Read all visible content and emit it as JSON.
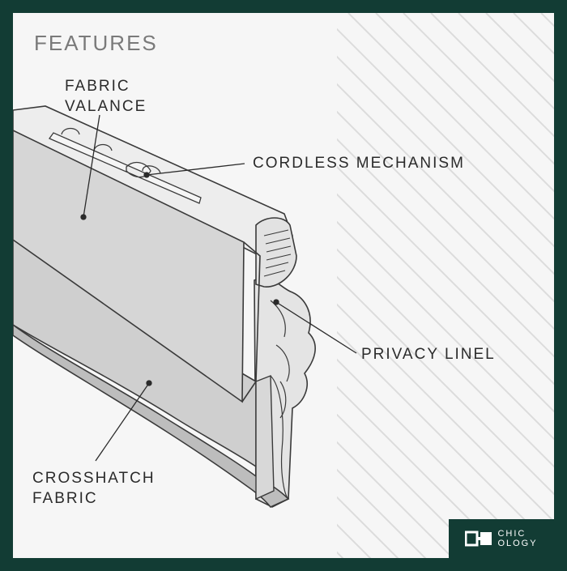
{
  "heading": "FEATURES",
  "labels": {
    "valance_line1": "FABRIC",
    "valance_line2": "VALANCE",
    "mechanism": "CORDLESS MECHANISM",
    "liner": "PRIVACY LINEL",
    "fabric_line1": "CROSSHATCH",
    "fabric_line2": "FABRIC"
  },
  "brand": {
    "line1": "CHIC",
    "line2": "OLOGY",
    "icon": "chicology-logo-icon"
  },
  "colors": {
    "frame": "#123c34",
    "background": "#f6f6f6",
    "fabric": "#d2d2d2",
    "outline": "#3a3a3a",
    "text": "#2b2b2b",
    "heading": "#7a7a7a"
  }
}
